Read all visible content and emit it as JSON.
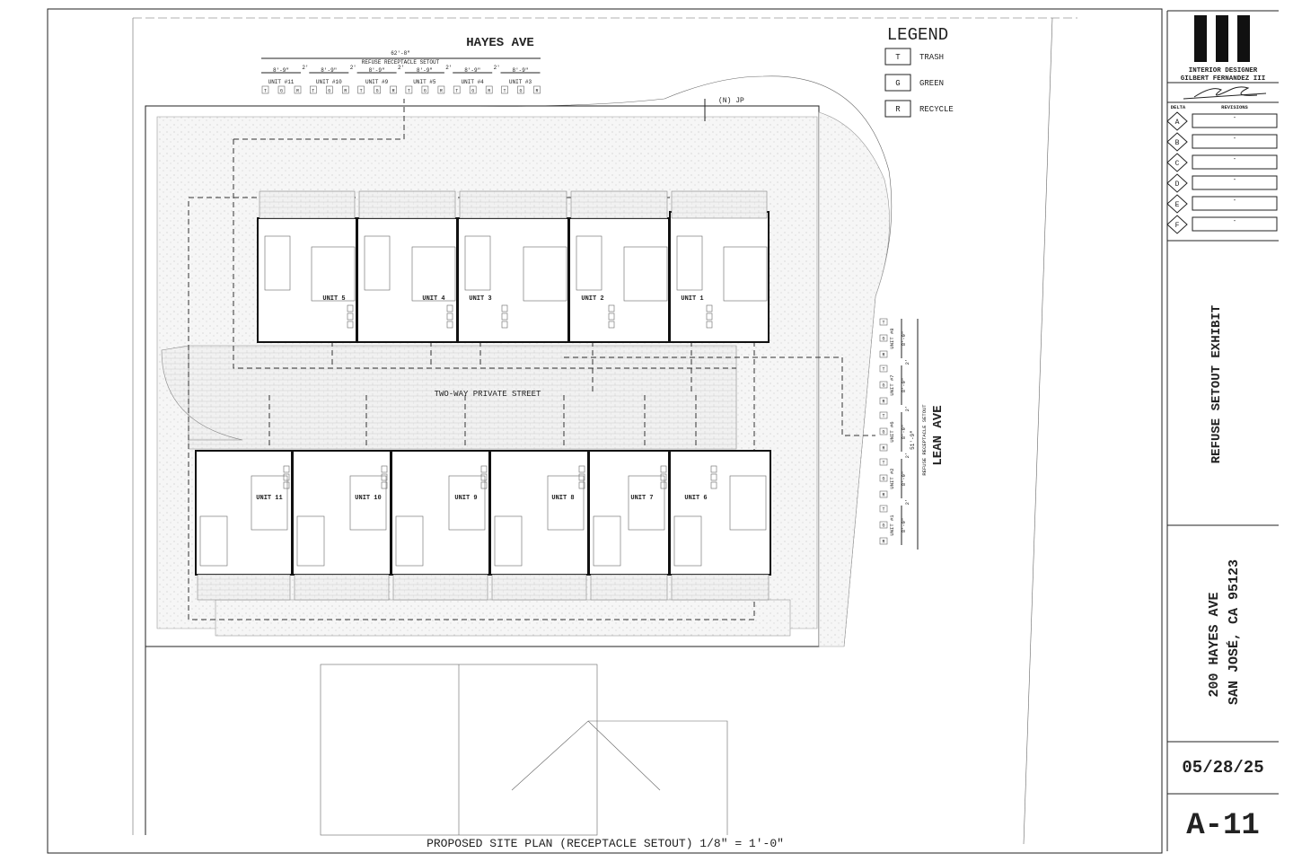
{
  "drawing": {
    "street_top": "HAYES AVE",
    "street_right": "LEAN AVE",
    "private_street": "TWO-WAY PRIVATE STREET",
    "pole_label": "(N) JP",
    "caption": "PROPOSED SITE PLAN (RECEPTACLE SETOUT) 1/8\" = 1'-0\"",
    "top_setout": {
      "title": "REFUSE RECEPTACLE SETOUT",
      "overall": "62'-8\"",
      "segment": "8'-9\"",
      "gap": "2'",
      "units": [
        "UNIT #11",
        "UNIT #10",
        "UNIT #9",
        "UNIT #5",
        "UNIT #4",
        "UNIT #3"
      ]
    },
    "right_setout": {
      "title": "REFUSE RECEPTACLE SETOUT",
      "overall": "51'-9\"",
      "segment": "8'-9\"",
      "gap": "2'",
      "units": [
        "UNIT #8",
        "UNIT #7",
        "UNIT #6",
        "UNIT #2",
        "UNIT #1"
      ]
    },
    "bins": [
      "T",
      "G",
      "R"
    ],
    "top_units": [
      "UNIT 5",
      "UNIT 4",
      "UNIT 3",
      "UNIT 2",
      "UNIT 1"
    ],
    "bottom_units": [
      "UNIT 11",
      "UNIT 10",
      "UNIT 9",
      "UNIT 8",
      "UNIT 7",
      "UNIT 6"
    ]
  },
  "legend": {
    "title": "LEGEND",
    "items": [
      {
        "key": "T",
        "label": "TRASH"
      },
      {
        "key": "G",
        "label": "GREEN"
      },
      {
        "key": "R",
        "label": "RECYCLE"
      }
    ]
  },
  "title_block": {
    "logo": "III",
    "designer_role": "INTERIOR DESIGNER",
    "designer_name": "GILBERT FERNANDEZ III",
    "delta_header": "DELTA",
    "revisions_header": "REVISIONS",
    "revisions": [
      {
        "delta": "A",
        "text": "-"
      },
      {
        "delta": "B",
        "text": "-"
      },
      {
        "delta": "C",
        "text": "-"
      },
      {
        "delta": "D",
        "text": "-"
      },
      {
        "delta": "E",
        "text": "-"
      },
      {
        "delta": "F",
        "text": "-"
      }
    ],
    "sheet_title": "REFUSE SETOUT EXHIBIT",
    "address_line1": "200 HAYES AVE",
    "address_line2": "SAN JOSÉ, CA 95123",
    "date": "05/28/25",
    "sheet_number": "A-11"
  }
}
